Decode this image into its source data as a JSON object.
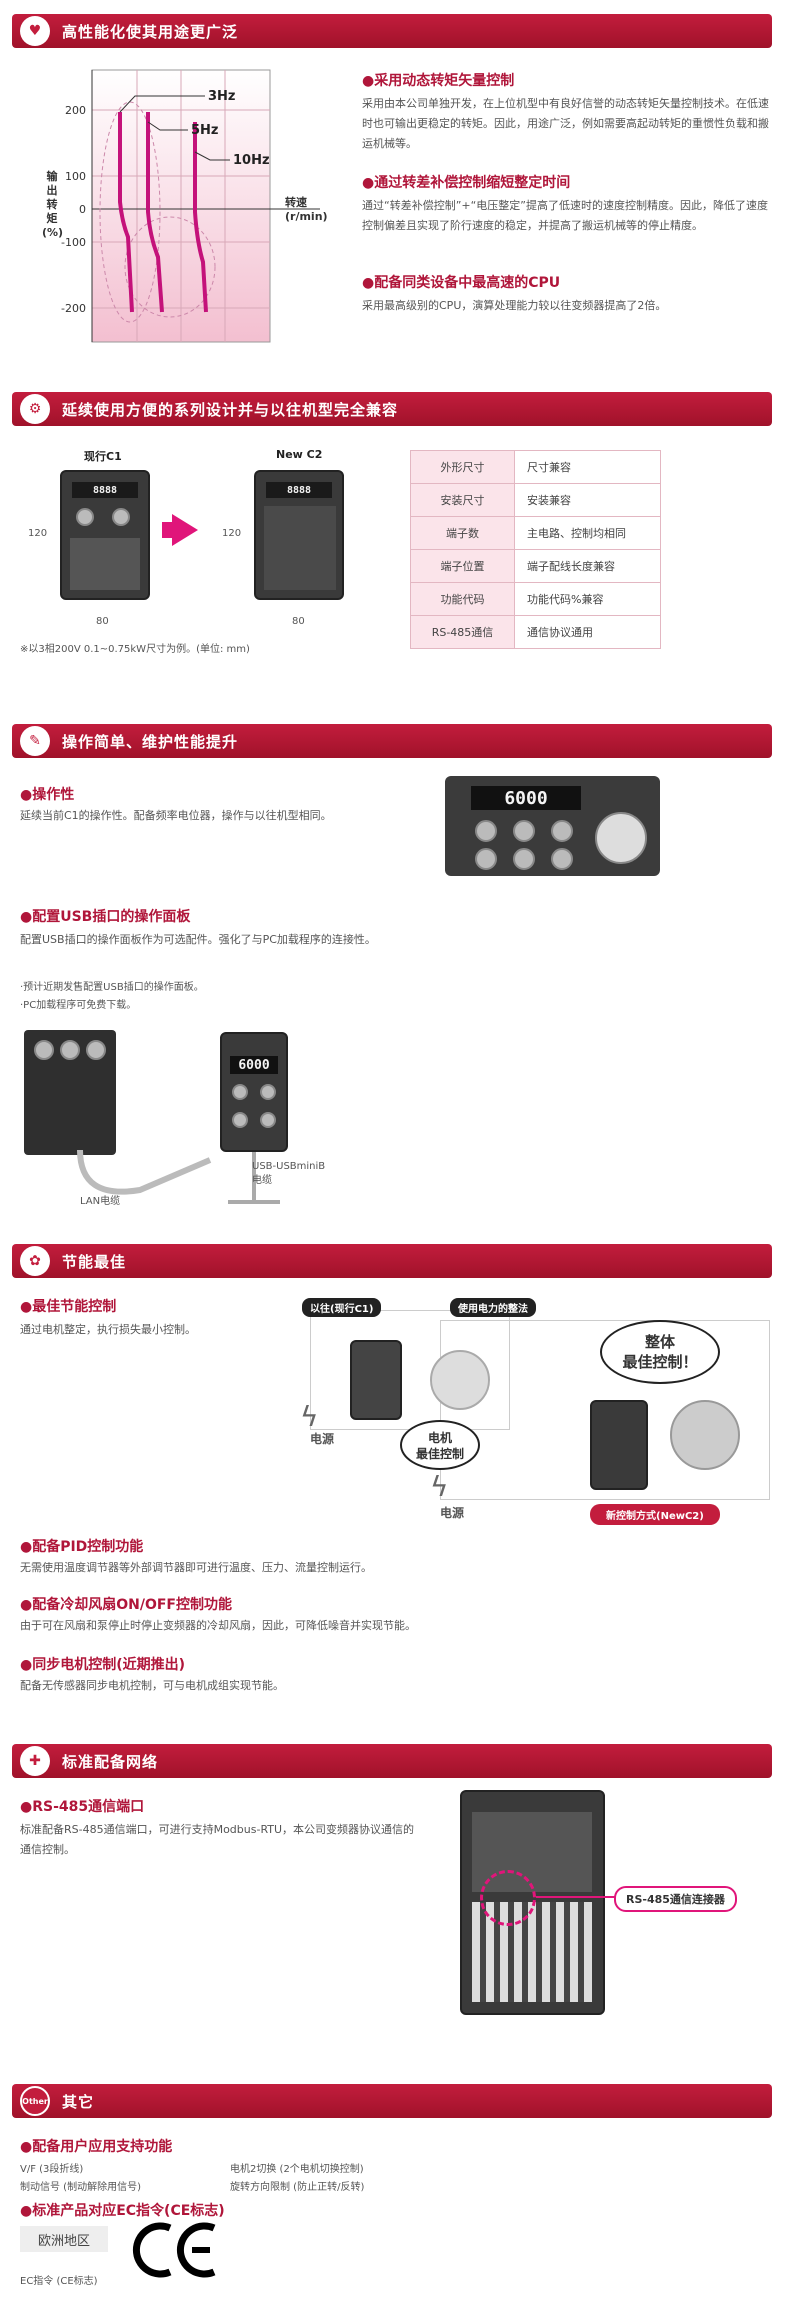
{
  "s1": {
    "title": "高性能化使其用途更广泛",
    "chart": {
      "y_axis_label": "输出\n转矩\n(%)",
      "x_axis_label": "转速\n(r/min)",
      "yticks": [
        "200",
        "100",
        "0",
        "-100",
        "-200"
      ],
      "curve_labels": [
        "3Hz",
        "5Hz",
        "10Hz"
      ]
    },
    "items": [
      {
        "h": "●采用动态转矩矢量控制",
        "p": "采用由本公司单独开发，在上位机型中有良好信誉的动态转矩矢量控制技术。在低速时也可输出更稳定的转矩。因此，用途广泛，例如需要高起动转矩的重惯性负载和搬运机械等。"
      },
      {
        "h": "●通过转差补偿控制缩短整定时间",
        "p": "通过“转差补偿控制”+“电压整定”提高了低速时的速度控制精度。因此，降低了速度控制偏差且实现了阶行速度的稳定，并提高了搬运机械等的停止精度。"
      },
      {
        "h": "●配备同类设备中最高速的CPU",
        "p": "采用最高级别的CPU，演算处理能力较以往变频器提高了2倍。"
      }
    ]
  },
  "s2": {
    "title": "延续使用方便的系列设计并与以往机型完全兼容",
    "old_label": "现行C1",
    "new_label": "New C2",
    "dim_h": "120",
    "dim_w": "80",
    "note": "※以3相200V 0.1~0.75kW尺寸为例。(单位: mm)",
    "rows": [
      [
        "外形尺寸",
        "尺寸兼容"
      ],
      [
        "安装尺寸",
        "安装兼容"
      ],
      [
        "端子数",
        "主电路、控制均相同"
      ],
      [
        "端子位置",
        "端子配线长度兼容"
      ],
      [
        "功能代码",
        "功能代码%兼容"
      ],
      [
        "RS-485通信",
        "通信协议通用"
      ]
    ]
  },
  "s3": {
    "title": "操作简单、维护性能提升",
    "h1": "●操作性",
    "p1": "延续当前C1的操作性。配备频率电位器，操作与以往机型相同。",
    "lcd": "6000",
    "h2": "●配置USB插口的操作面板",
    "p2": "配置USB插口的操作面板作为可选配件。强化了与PC加载程序的连接性。",
    "b1": "·预计近期发售配置USB插口的操作面板。",
    "b2": "·PC加载程序可免费下载。",
    "lan": "LAN电缆",
    "usb": "USB-USBminiB\n电缆"
  },
  "s4": {
    "title": "节能最佳",
    "h1": "●最佳节能控制",
    "p1": "通过电机整定，执行损失最小控制。",
    "tag_old": "以往(现行C1)",
    "tag_mid": "使用电力的整法",
    "bubble": "整体\n最佳控制！",
    "motor_label": "电机\n最佳控制",
    "power1": "电源",
    "power2": "电源",
    "tag_new": "新控制方式(NewC2)",
    "h2": "●配备PID控制功能",
    "p2": "无需使用温度调节器等外部调节器即可进行温度、压力、流量控制运行。",
    "h3": "●配备冷却风扇ON/OFF控制功能",
    "p3": "由于可在风扇和泵停止时停止变频器的冷却风扇，因此，可降低噪音并实现节能。",
    "h4": "●同步电机控制(近期推出)",
    "p4": "配备无传感器同步电机控制，可与电机成组实现节能。"
  },
  "s5": {
    "title": "标准配备网络",
    "h1": "●RS-485通信端口",
    "p1": "标准配备RS-485通信端口，可进行支持Modbus-RTU，本公司变频器协议通信的通信控制。",
    "connector": "RS-485通信连接器"
  },
  "s6": {
    "title": "其它",
    "icon": "Other",
    "h1": "●配备用户应用支持功能",
    "features": [
      "V/F (3段折线)",
      "电机2切换 (2个电机切换控制)",
      "制动信号 (制动解除用信号)",
      "旋转方向限制 (防止正转/反转)"
    ],
    "h2": "●标准产品对应EC指令(CE标志)",
    "region": "欧洲地区",
    "ec": "EC指令 (CE标志)"
  }
}
